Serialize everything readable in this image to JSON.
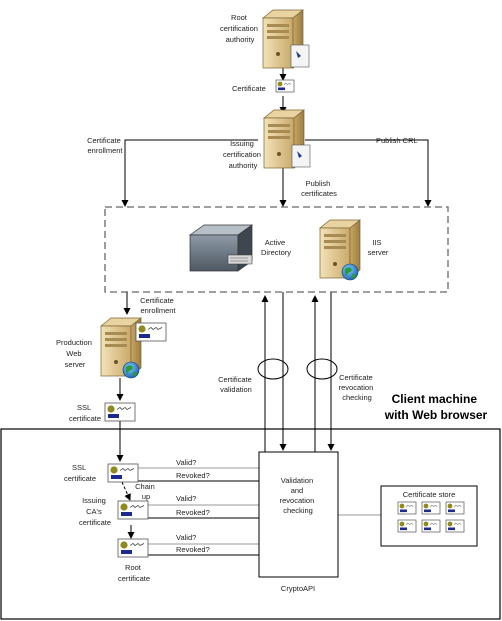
{
  "labels": {
    "root_ca": [
      "Root",
      "certification",
      "authority"
    ],
    "certificate": "Certificate",
    "certificate_enrollment_top": [
      "Certificate",
      "enrollment"
    ],
    "issuing_ca": [
      "Issuing",
      "certification",
      "authority"
    ],
    "publish_crl": "Publish CRL",
    "publish_certificates": [
      "Publish",
      "certificates"
    ],
    "active_directory": [
      "Active",
      "Directory"
    ],
    "iis_server": [
      "IIS",
      "server"
    ],
    "certificate_enrollment_mid": [
      "Certificate",
      "enrollment"
    ],
    "production_web_server": [
      "Production",
      "Web",
      "server"
    ],
    "certificate_validation": [
      "Certificate",
      "validation"
    ],
    "certificate_revocation_checking": [
      "Certificate",
      "revocation",
      "checking"
    ],
    "ssl_certificate_upper": [
      "SSL",
      "certificate"
    ],
    "client_machine": [
      "Client machine",
      "with Web browser"
    ],
    "ssl_certificate_inner": [
      "SSL",
      "certificate"
    ],
    "chain_up": [
      "Chain",
      "up"
    ],
    "issuing_cas_certificate": [
      "Issuing",
      "CA's",
      "certificate"
    ],
    "root_certificate": [
      "Root",
      "certificate"
    ],
    "valid_1": "Valid?",
    "revoked_1": "Revoked?",
    "valid_2": "Valid?",
    "revoked_2": "Revoked?",
    "valid_3": "Valid?",
    "revoked_3": "Revoked?",
    "validation_box": [
      "Validation",
      "and",
      "revocation",
      "checking"
    ],
    "cryptoapi": "CryptoAPI",
    "certificate_store": "Certificate store"
  }
}
